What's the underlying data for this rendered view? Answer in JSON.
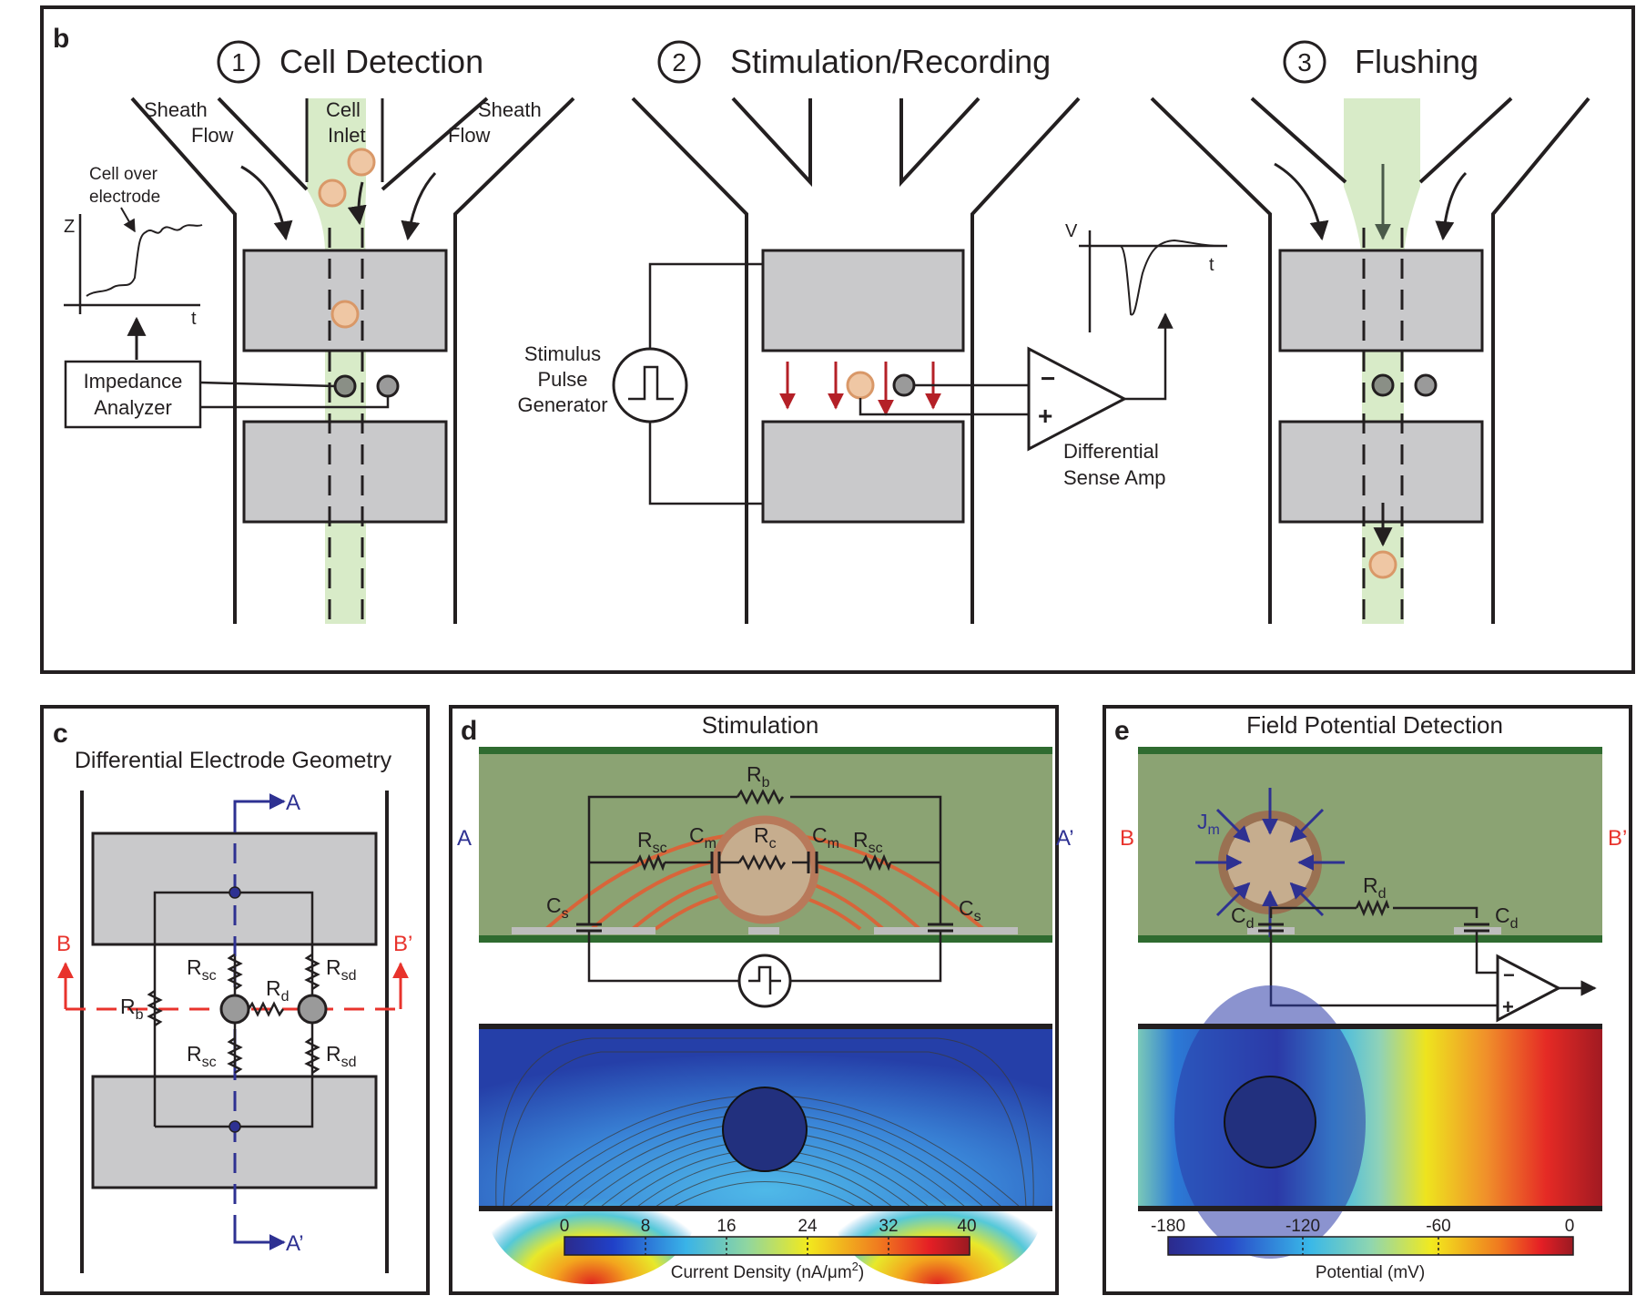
{
  "panels": {
    "b": {
      "letter": "b",
      "step1": {
        "num": "1",
        "title": "Cell Detection",
        "sheath_left": [
          "Sheath",
          "Flow"
        ],
        "cell_inlet": [
          "Cell",
          "Inlet"
        ],
        "sheath_right": [
          "Sheath",
          "Flow"
        ],
        "cell_over": [
          "Cell over",
          "electrode"
        ],
        "z_axis": "Z",
        "t_axis": "t",
        "analyzer": [
          "Impedance",
          "Analyzer"
        ]
      },
      "step2": {
        "num": "2",
        "title": "Stimulation/Recording",
        "generator": [
          "Stimulus",
          "Pulse",
          "Generator"
        ],
        "v_axis": "V",
        "t_axis": "t",
        "minus": "−",
        "plus": "+",
        "amp": [
          "Differential",
          "Sense Amp"
        ]
      },
      "step3": {
        "num": "3",
        "title": "Flushing"
      }
    },
    "c": {
      "letter": "c",
      "title": "Differential Electrode Geometry",
      "A": "A",
      "A_prime": "A’",
      "B": "B",
      "B_prime": "B’",
      "Rsc": "R",
      "Rsc_sub": "sc",
      "Rsd": "R",
      "Rsd_sub": "sd",
      "Rd": "R",
      "Rd_sub": "d",
      "Rb": "R",
      "Rb_sub": "b"
    },
    "d": {
      "letter": "d",
      "title": "Stimulation",
      "A": "A",
      "A_prime": "A’",
      "Rb": "R",
      "Rb_sub": "b",
      "Rsc": "R",
      "Rsc_sub": "sc",
      "Cm": "C",
      "Cm_sub": "m",
      "Rc": "R",
      "Rc_sub": "c",
      "Cs": "C",
      "Cs_sub": "s",
      "colorbar": {
        "ticks": [
          "0",
          "8",
          "16",
          "24",
          "32",
          "40"
        ],
        "label": "Current Density (nA/",
        "label_mu": "μ",
        "label_m": "m",
        "label_sup": "2",
        "label_end": ")"
      }
    },
    "e": {
      "letter": "e",
      "title": "Field Potential Detection",
      "B": "B",
      "B_prime": "B’",
      "Jm": "J",
      "Jm_sub": "m",
      "Rd": "R",
      "Rd_sub": "d",
      "Cd": "C",
      "Cd_sub": "d",
      "minus": "−",
      "plus": "+",
      "colorbar": {
        "ticks": [
          "-180",
          "-120",
          "-60",
          "0"
        ],
        "label": "Potential (mV)"
      }
    }
  },
  "colors": {
    "channel_green": "#d4e9c2",
    "cell_fill": "#efc7a4",
    "arrow_red": "#b42027",
    "accent_blue": "#2e3192",
    "accent_red": "#e8332c",
    "domain_green": "#8ba373"
  }
}
